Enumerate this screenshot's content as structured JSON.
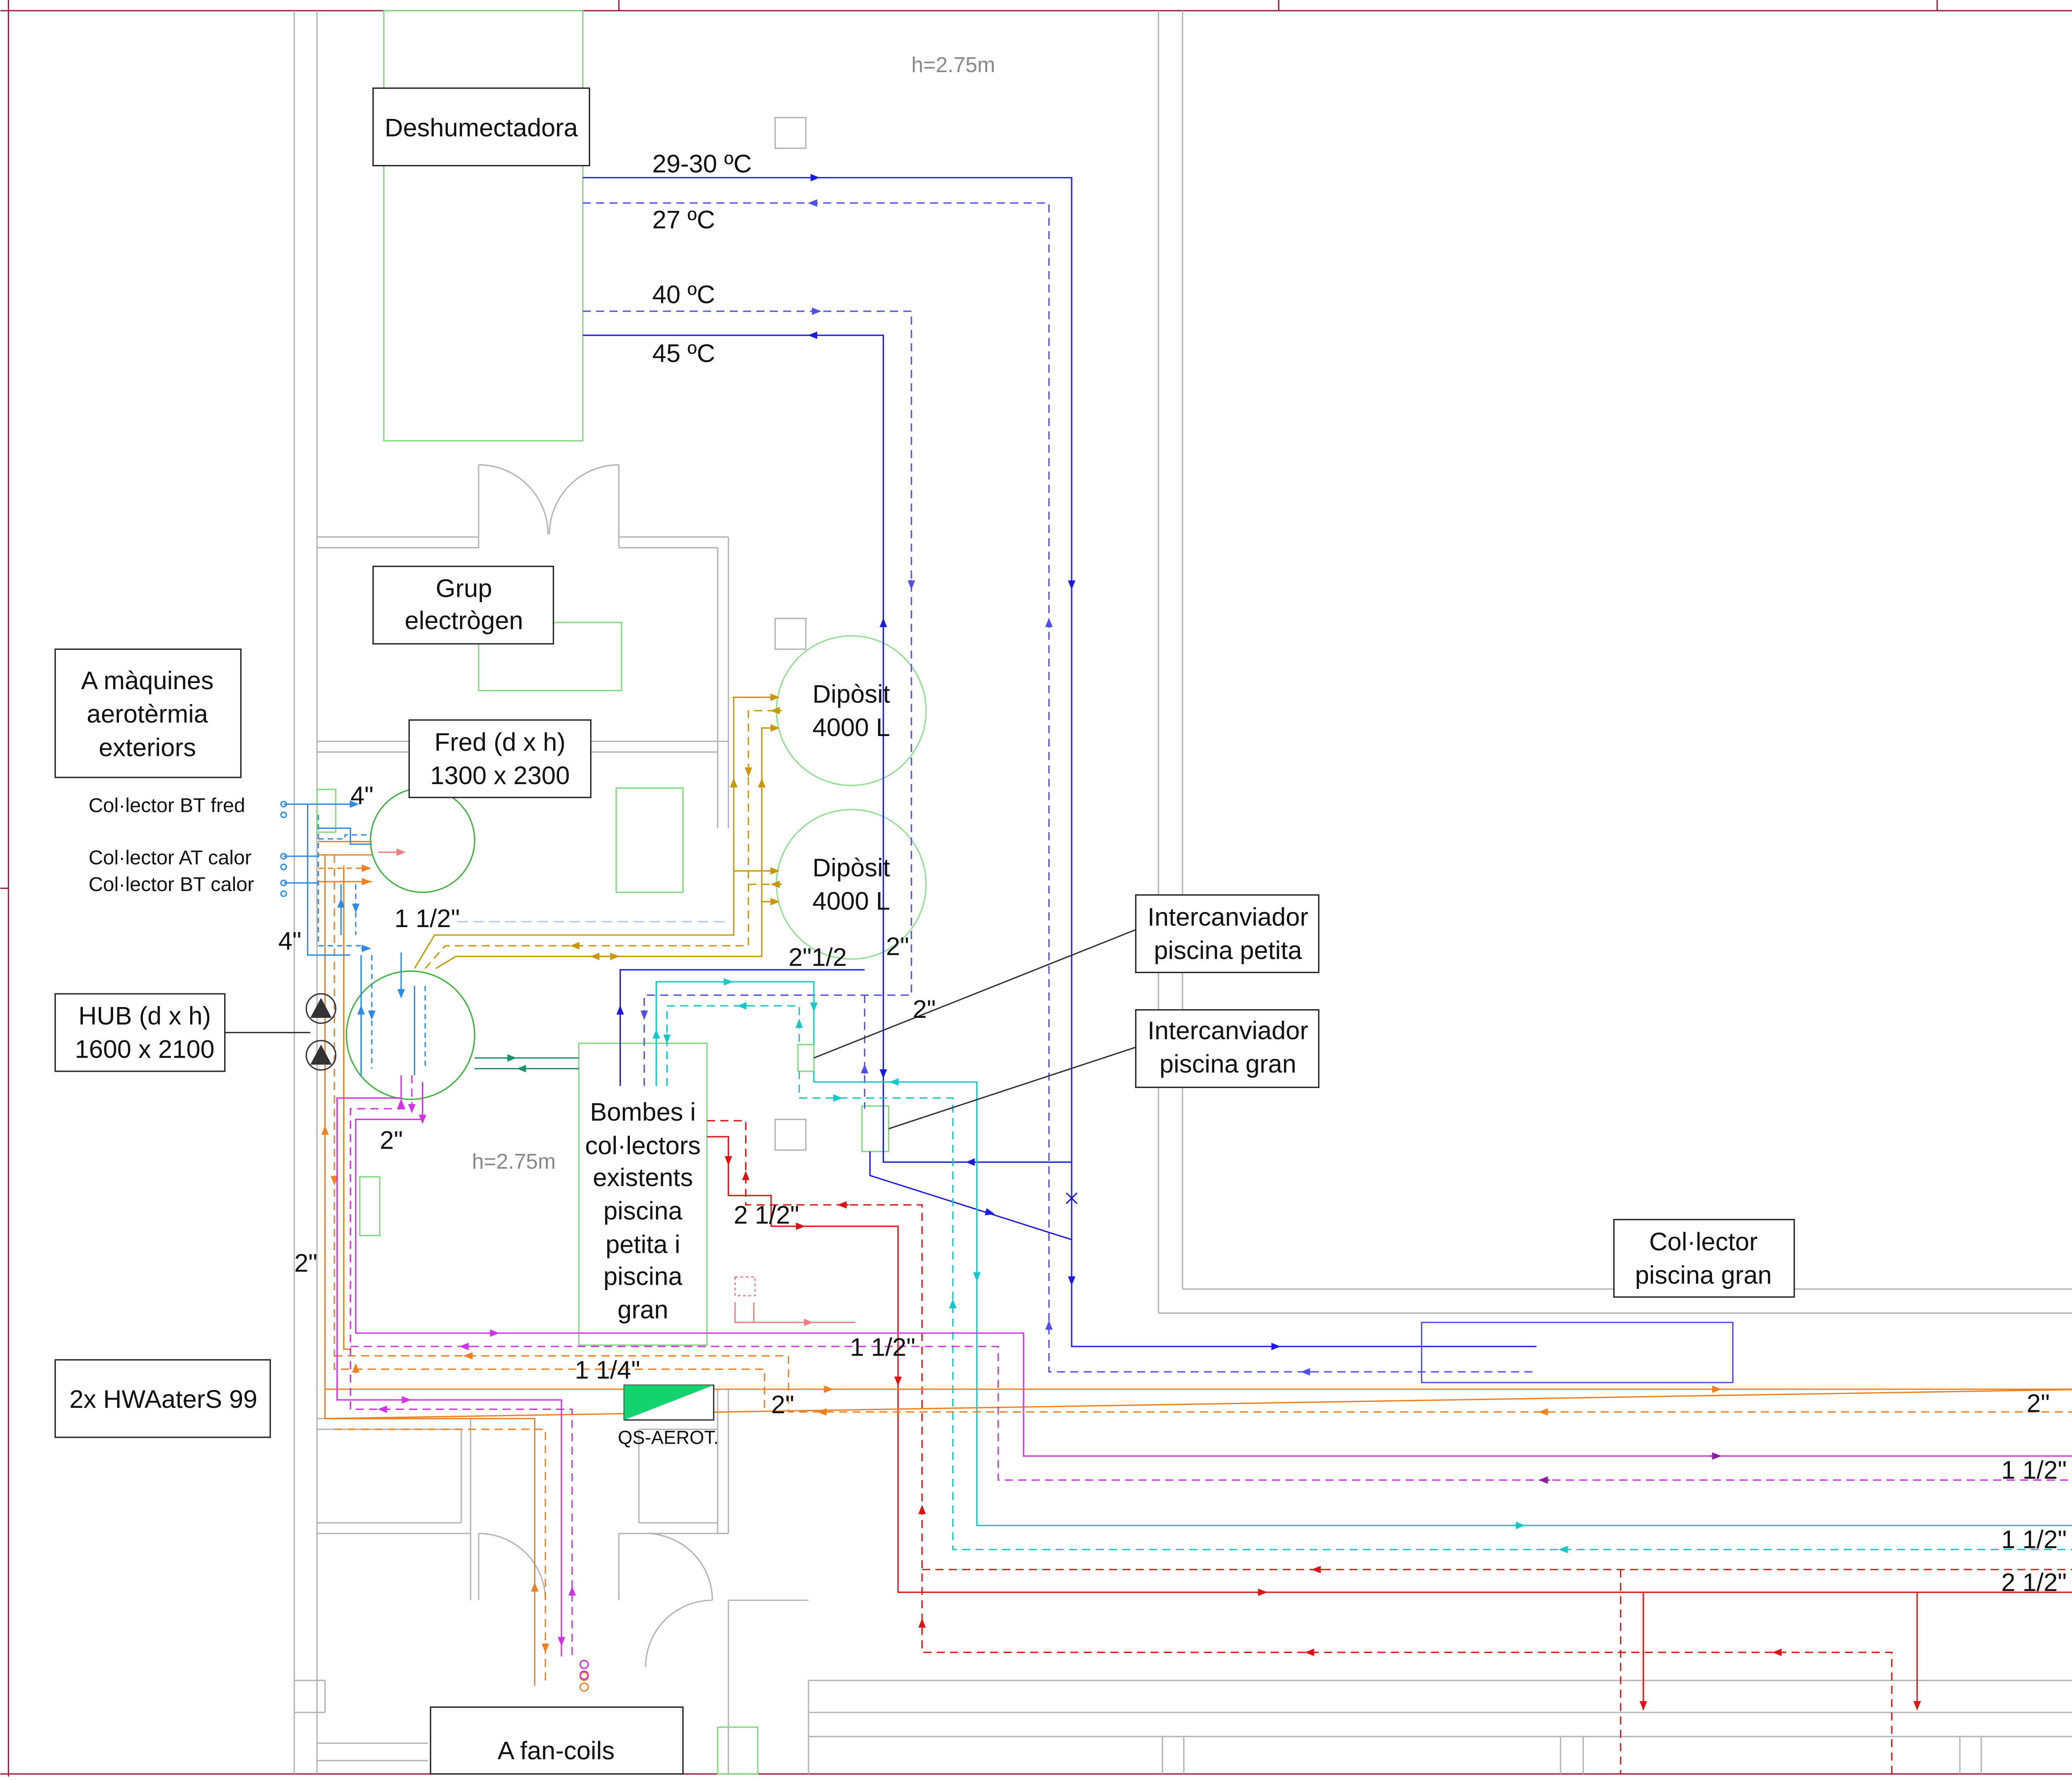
{
  "colors": {
    "background": "#ffffff",
    "wall": "#b4b4b4",
    "equipment_outline": "#7fd97f",
    "tank": "#3cb43c",
    "border": "#a02040",
    "label_box": "#222222",
    "cold_blue": "#1a1ae0",
    "dehum_blue": "#5050e8",
    "light_blue": "#2a8ce8",
    "cyan": "#14c8c8",
    "orange": "#ee8020",
    "gold": "#c89600",
    "magenta": "#d232e6",
    "violet": "#8c1ea0",
    "red": "#dc1414",
    "teal": "#238c6e",
    "panel_green": "#14d26e",
    "height_note": "#888888"
  },
  "equipment": {
    "dehumidifier": "Deshumectadora",
    "generator": [
      "Grup",
      "electrògen"
    ],
    "outdoor_machines": [
      "A màquines",
      "aerotèrmia",
      "exteriors"
    ],
    "cold_tank": [
      "Fred (d x h)",
      "1300 x 2300"
    ],
    "hub": [
      "HUB (d x h)",
      "1600 x 2100"
    ],
    "heaters": "2x HWAaterS 99",
    "fan_coils": "A fan-coils",
    "tank_1": [
      "Dipòsit",
      "4000 L"
    ],
    "tank_2": [
      "Dipòsit",
      "4000 L"
    ],
    "exchanger_small": [
      "Intercanviador",
      "piscina petita"
    ],
    "exchanger_large": [
      "Intercanviador",
      "piscina gran"
    ],
    "pool_collector": [
      "Col·lector",
      "piscina gran"
    ],
    "existing_pumps": [
      "Bombes i",
      "col·lectors",
      "existents",
      "piscina",
      "petita i",
      "piscina",
      "gran"
    ],
    "panel": "QS-AEROT."
  },
  "collectors": {
    "bt_cold": "Col·lector BT fred",
    "at_heat": "Col·lector AT calor",
    "bt_heat": "Col·lector BT calor"
  },
  "temperatures": {
    "t1": "29-30 ºC",
    "t2": "27 ºC",
    "t3": "40 ºC",
    "t4": "45 ºC"
  },
  "pipe_sizes": {
    "s_4in_top": "4\"",
    "s_4in_left": "4\"",
    "s_1_1_2_hub": "1 1/2\"",
    "s_2_1_2_a": "2\"1/2",
    "s_2in_tank": "2\"",
    "s_2in_exch": "2\"",
    "s_2in_hub": "2\"",
    "s_2in_left": "2\"",
    "s_2_1_2_red": "2 1/2\"",
    "s_1_1_4": "1 1/4\"",
    "s_1_1_2_mid": "1 1/2\"",
    "s_2in_mid": "2\"",
    "s_2in_right": "2\"",
    "s_1_1_2_r1": "1 1/2\"",
    "s_1_1_2_r2": "1 1/2\"",
    "s_2_1_2_r": "2 1/2\""
  },
  "height_notes": {
    "top": "h=2.75m",
    "mid": "h=2.75m"
  }
}
